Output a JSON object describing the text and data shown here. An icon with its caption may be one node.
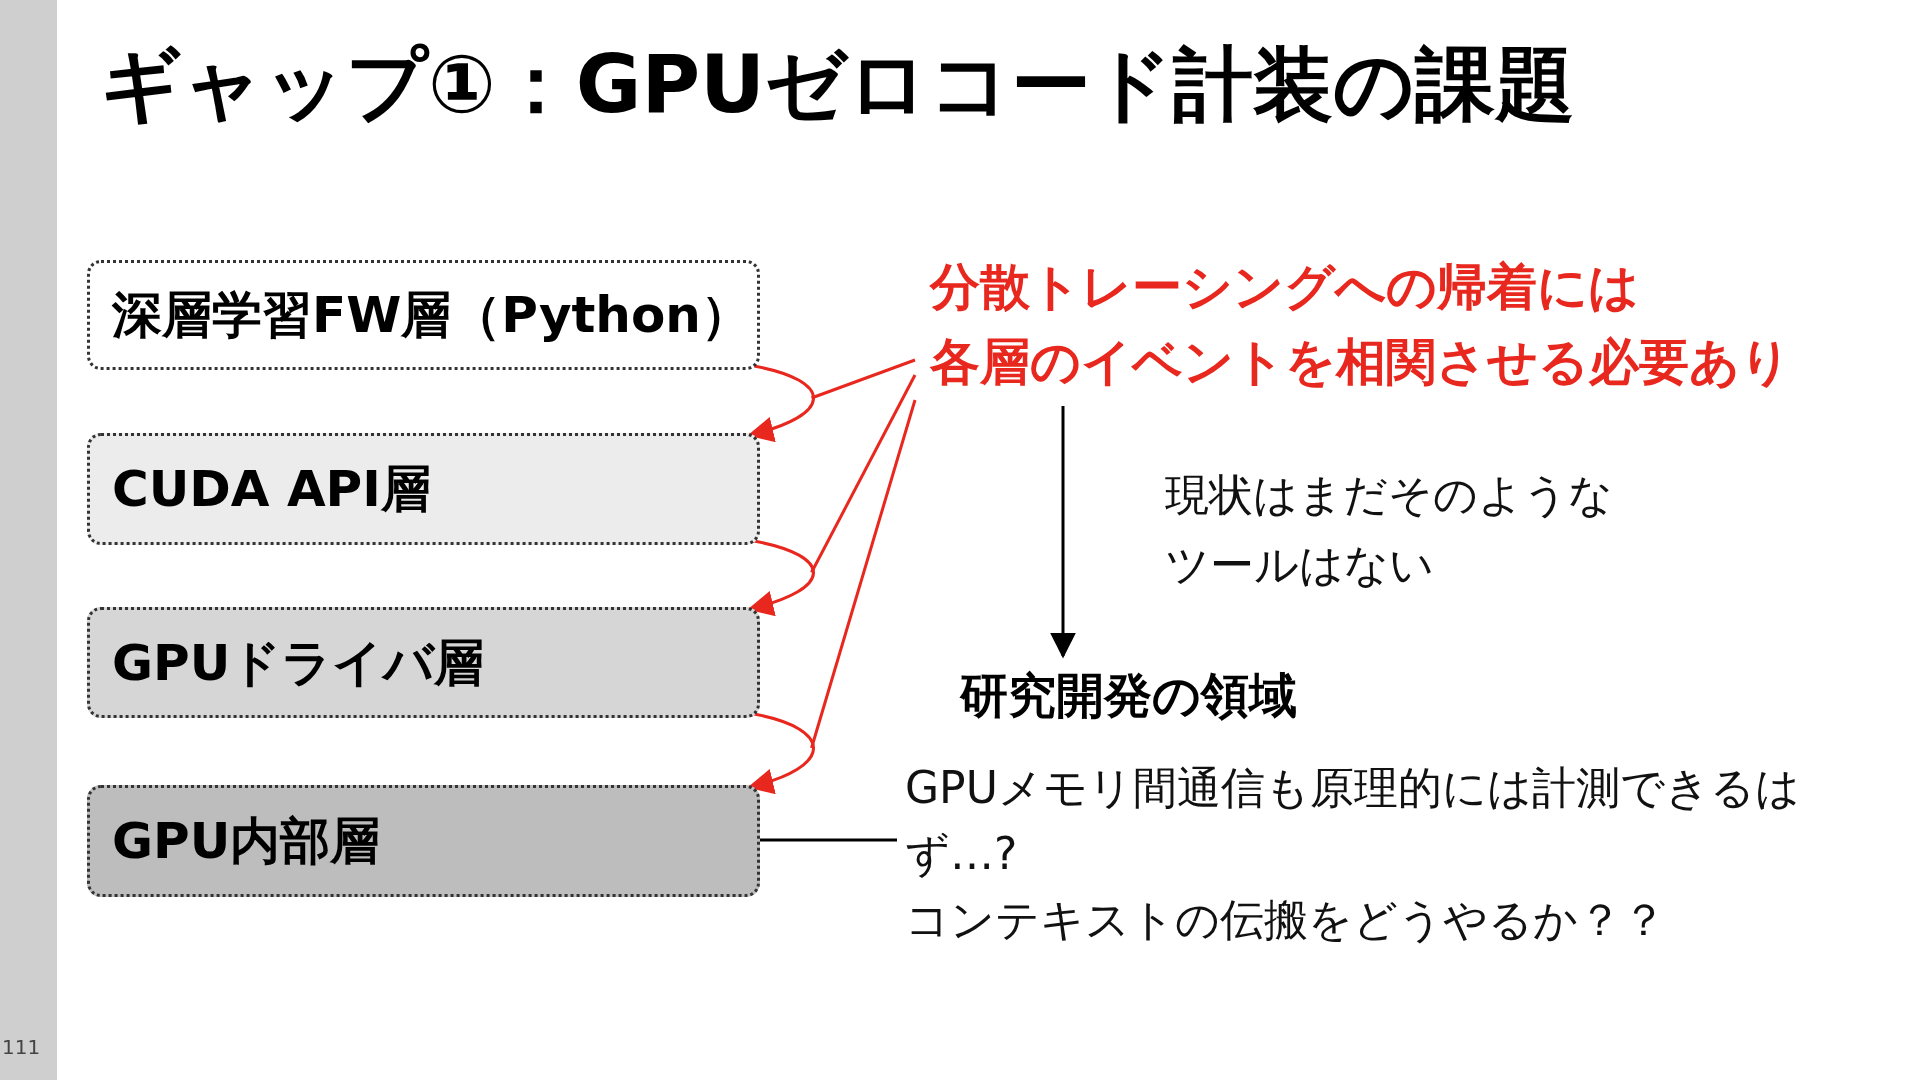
{
  "diagram": {
    "title": "ギャップ①：GPUゼロコード計装の課題",
    "nodes": [
      {
        "text": [
          "深層学習FW層（Python）"
        ]
      },
      {
        "text": [
          "CUDA API層"
        ]
      },
      {
        "text": [
          "GPUドライバ層"
        ]
      },
      {
        "text": [
          "GPU内部層"
        ]
      },
      {
        "text": [
          "分散トレーシングへの帰着には",
          "各層のイベントを相関させる必要あり"
        ]
      },
      {
        "text": [
          "研究開発の領域"
        ]
      },
      {
        "text": [
          "GPUメモリ間通信も原理的には計測できるはず…?",
          "コンテキストの伝搬をどうやるか？？"
        ]
      }
    ],
    "edges": [
      {
        "from": 0,
        "to": 1,
        "arrow": "to",
        "color": "#e8281e"
      },
      {
        "from": 1,
        "to": 2,
        "arrow": "to",
        "color": "#e8281e"
      },
      {
        "from": 2,
        "to": 3,
        "arrow": "to",
        "color": "#e8281e"
      },
      {
        "from": 4,
        "to": null,
        "arrow": "none",
        "color": "#e8281e"
      },
      {
        "from": 4,
        "to": null,
        "arrow": "none",
        "color": "#e8281e"
      },
      {
        "from": 4,
        "to": null,
        "arrow": "none",
        "color": "#e8281e"
      },
      {
        "from": 4,
        "to": 5,
        "arrow": "to",
        "label": "現状はまだそのようなツールはない",
        "color": "#000000"
      },
      {
        "from": 3,
        "to": 6,
        "arrow": "none",
        "color": "#000000"
      }
    ],
    "labels": [
      "111"
    ]
  }
}
